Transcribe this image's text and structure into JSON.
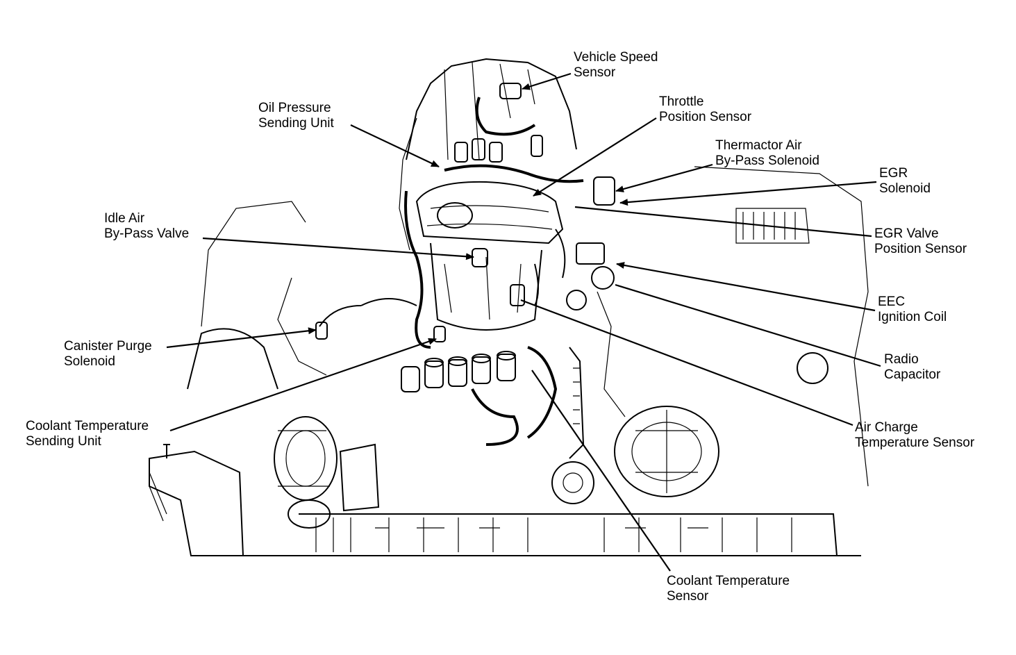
{
  "labels": {
    "vehicle_speed_sensor": [
      "Vehicle Speed",
      "Sensor"
    ],
    "oil_pressure_sending_unit": [
      "Oil Pressure",
      "Sending Unit"
    ],
    "throttle_position_sensor": [
      "Throttle",
      "Position Sensor"
    ],
    "thermactor_air_bypass_solenoid": [
      "Thermactor Air",
      "By-Pass Solenoid"
    ],
    "egr_solenoid": [
      "EGR",
      "Solenoid"
    ],
    "idle_air_bypass_valve": [
      "Idle Air",
      "By-Pass Valve"
    ],
    "egr_valve_position_sensor": [
      "EGR Valve",
      "Position Sensor"
    ],
    "eec_ignition_coil": [
      "EEC",
      "Ignition Coil"
    ],
    "canister_purge_solenoid": [
      "Canister Purge",
      "Solenoid"
    ],
    "radio_capacitor": [
      "Radio",
      "Capacitor"
    ],
    "coolant_temperature_sending_unit": [
      "Coolant Temperature",
      "Sending Unit"
    ],
    "air_charge_temperature_sensor": [
      "Air Charge",
      "Temperature Sensor"
    ],
    "coolant_temperature_sensor": [
      "Coolant Temperature",
      "Sensor"
    ]
  }
}
